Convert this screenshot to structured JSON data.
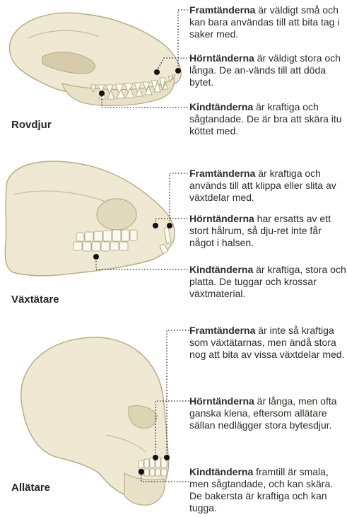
{
  "colors": {
    "bone": "#efe9d3",
    "bone_shadow": "#d6cca9",
    "outline": "#b9ad88",
    "tooth": "#faf8ef",
    "leader": "#222222"
  },
  "sections": [
    {
      "name": "Rovdjur",
      "notes": [
        {
          "term": "Framtänderna",
          "text": " är väldigt små och kan bara användas till att bita tag i saker med."
        },
        {
          "term": "Hörntänderna",
          "text": " är väldigt stora och långa. De an-vänds till att döda bytet."
        },
        {
          "term": "Kindtänderna",
          "text": " är kraftiga och sågtandade. De är bra att skära itu köttet med."
        }
      ]
    },
    {
      "name": "Växtätare",
      "notes": [
        {
          "term": "Framtänderna",
          "text": " är kraftiga och används till att klippa eller slita av växtdelar med."
        },
        {
          "term": "Hörntänderna",
          "text": " har ersatts av ett stort hålrum, så dju-ret inte får något i halsen."
        },
        {
          "term": "Kindtänderna",
          "text": " är kraftiga, stora och platta. De tuggar och krossar växtmaterial."
        }
      ]
    },
    {
      "name": "Allätare",
      "notes": [
        {
          "term": "Framtänderna",
          "text": " är inte så kraftiga som växtätarnas, men ändå stora nog att bita av vissa växtdelar med."
        },
        {
          "term": "Hörntänderna",
          "text": " är långa, men ofta ganska klena, eftersom allätare sällan nedlägger stora bytesdjur."
        },
        {
          "term": "Kindtänderna",
          "text": " framtill är smala, men sågtandade, och kan skära. De bakersta är kraftiga och kan tugga."
        }
      ]
    }
  ]
}
